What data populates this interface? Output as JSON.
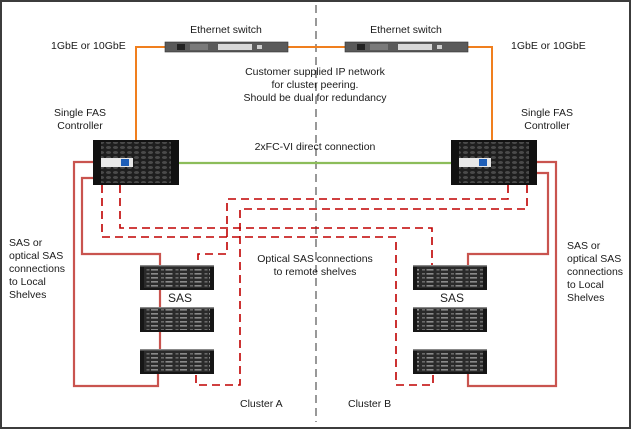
{
  "diagram": {
    "title": "MetroCluster cluster peering and SAS connectivity",
    "colors": {
      "ip_network": "#f07f1e",
      "fc_vi": "#8cbd5a",
      "local_sas": "#c9544f",
      "remote_sas": "#c00000",
      "site_divider": "#555555"
    },
    "switches": [
      {
        "label": "Ethernet switch",
        "side": "left"
      },
      {
        "label": "Ethernet switch",
        "side": "right"
      }
    ],
    "link_speed_labels": [
      "1GbE or 10GbE",
      "1GbE or 10GbE"
    ],
    "ip_network_note": "Customer supplied IP network\nfor cluster peering.\nShould be dual for redundancy",
    "controllers": [
      {
        "label": "Single FAS\nController",
        "side": "left"
      },
      {
        "label": "Single FAS\nController",
        "side": "right"
      }
    ],
    "fc_vi_label": "2xFC-VI direct connection",
    "local_sas_label": "SAS or\noptical SAS\nconnections\nto Local\nShelves",
    "remote_sas_label": "Optical SAS connections\nto remote shelves",
    "shelf_stack_label": "SAS",
    "shelves_per_cluster": 3,
    "clusters": [
      "Cluster A",
      "Cluster B"
    ]
  }
}
